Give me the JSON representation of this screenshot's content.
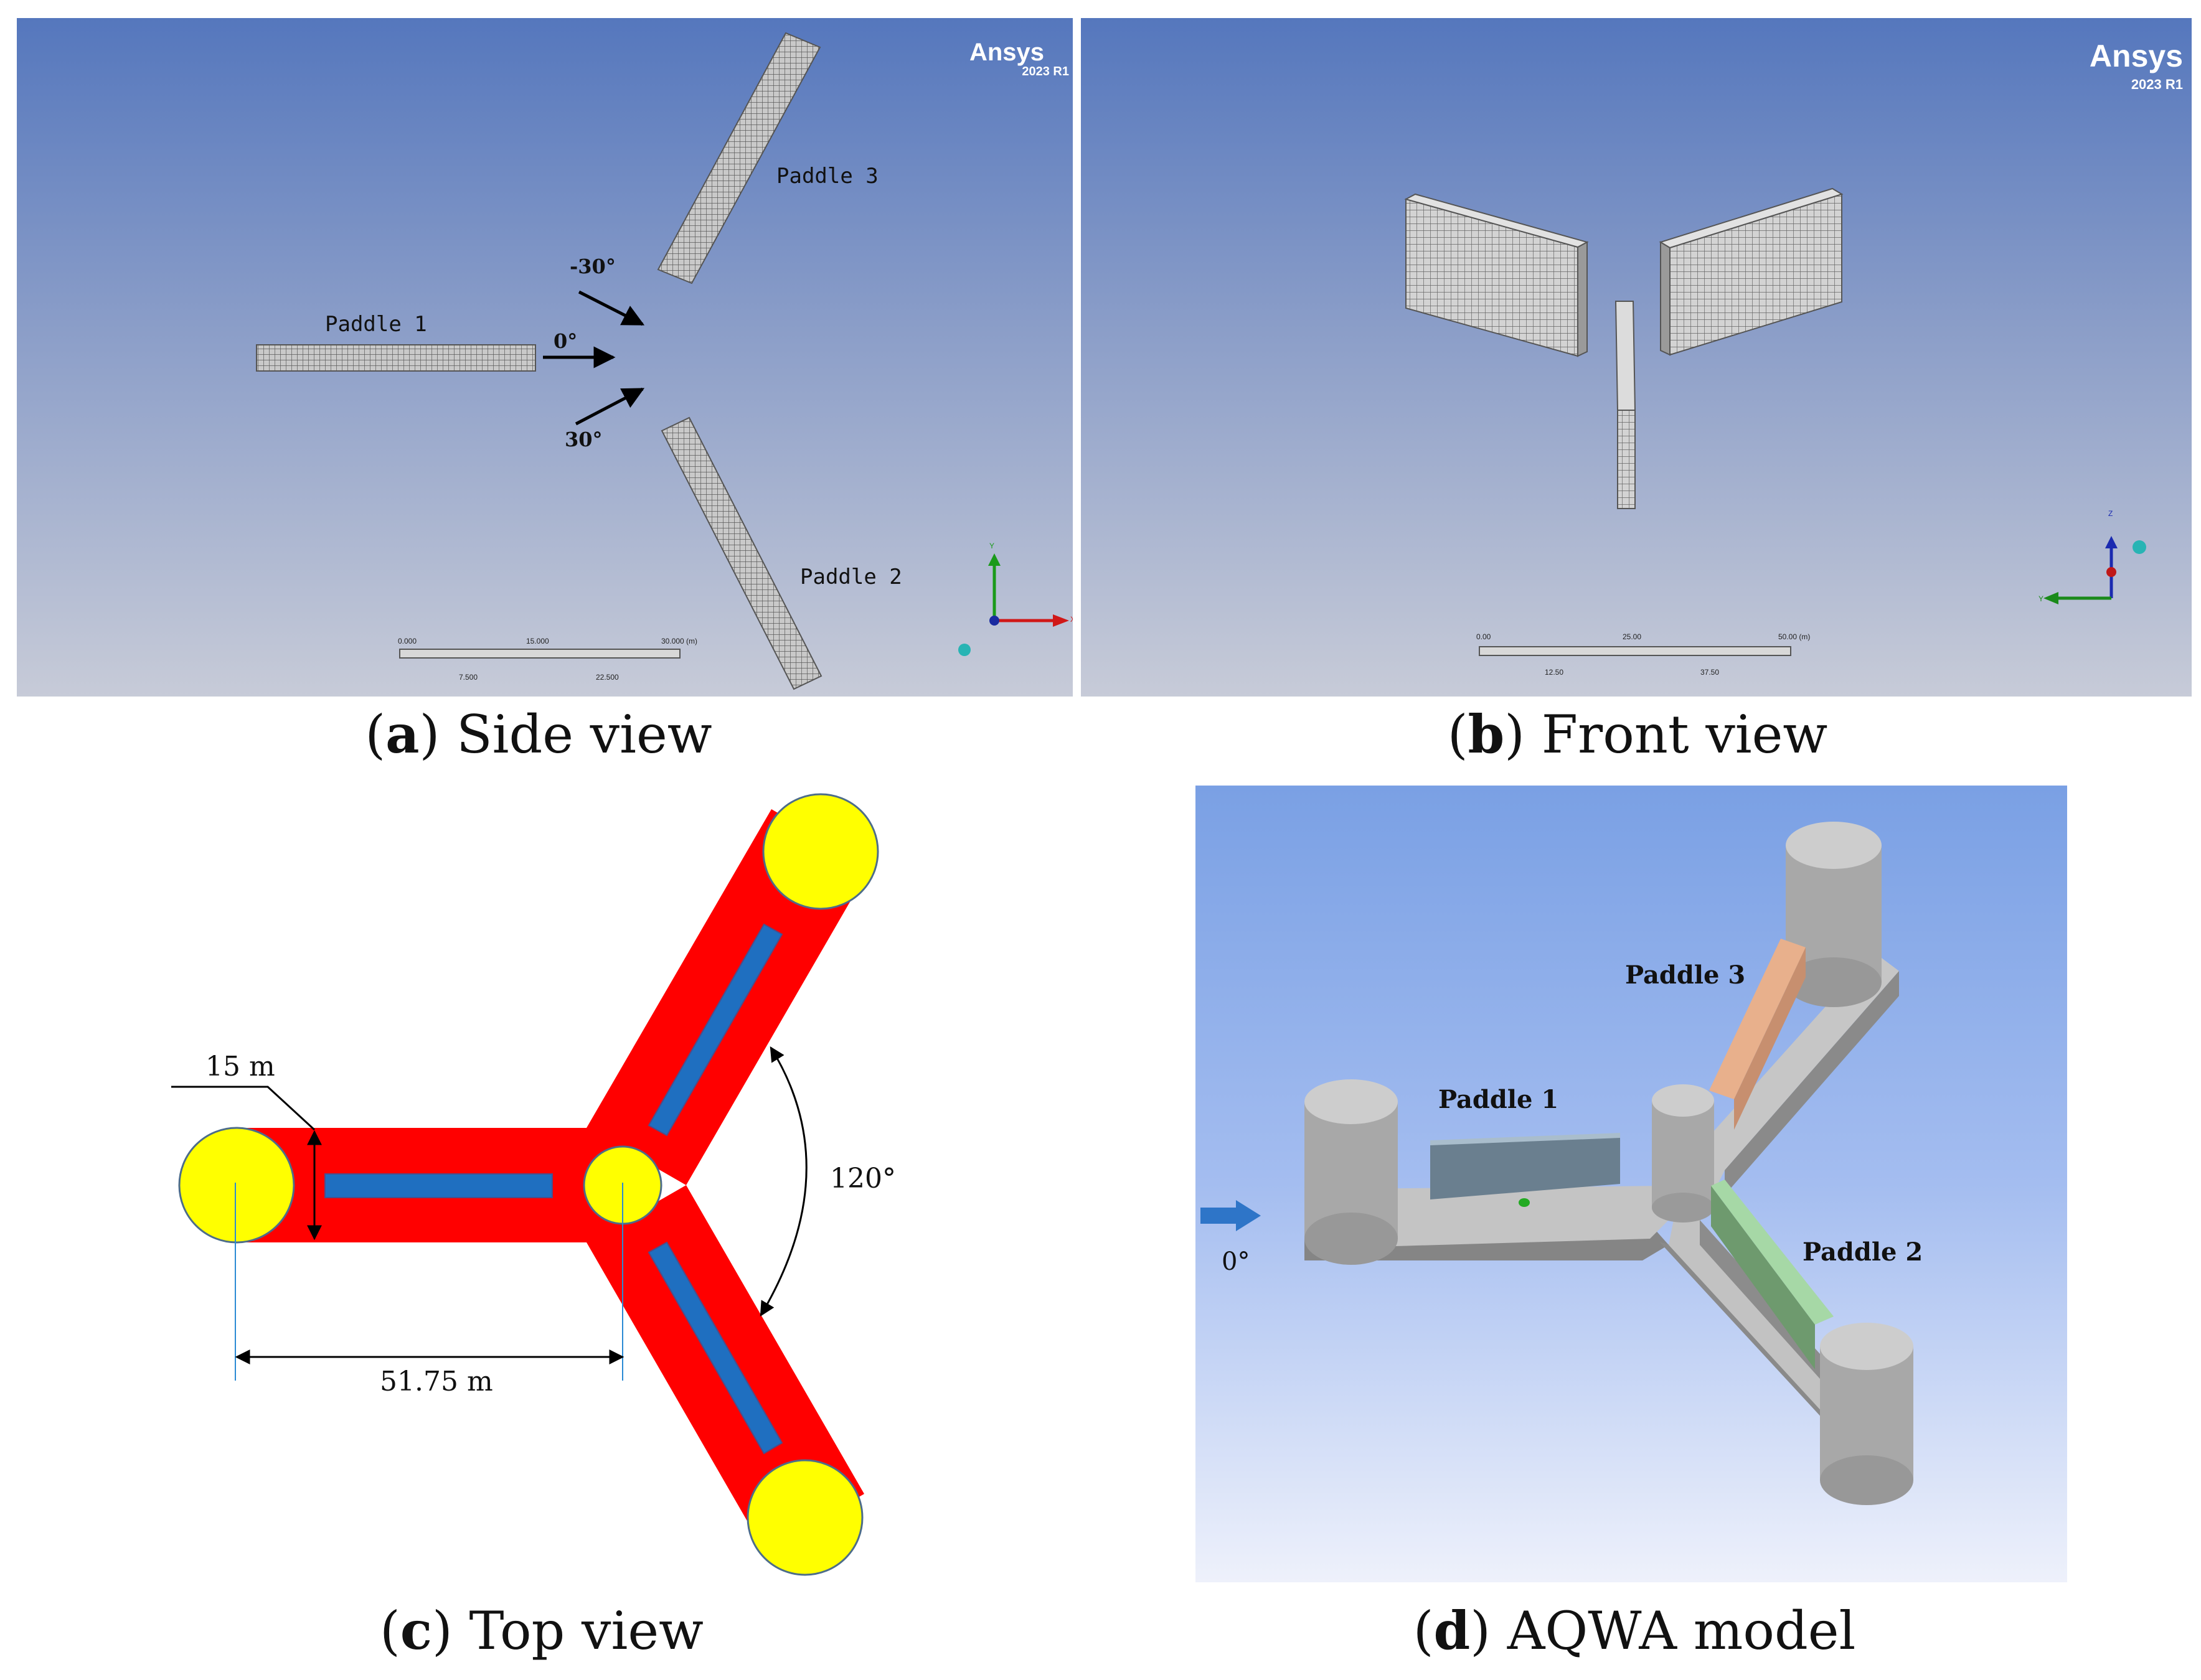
{
  "panel_a": {
    "brand": "Ansys",
    "version": "2023 R1",
    "paddle_labels": [
      "Paddle 1",
      "Paddle 2",
      "Paddle 3"
    ],
    "angles": [
      "-30°",
      "0°",
      "30°"
    ],
    "scale_top": [
      "0.000",
      "15.000",
      "30.000 (m)"
    ],
    "scale_bottom": [
      "7.500",
      "22.500"
    ],
    "axis_labels": [
      "Y",
      "X"
    ]
  },
  "panel_b": {
    "brand": "Ansys",
    "version": "2023 R1",
    "scale_top": [
      "0.00",
      "25.00",
      "50.00 (m)"
    ],
    "scale_bottom": [
      "12.50",
      "37.50"
    ],
    "axis_labels": [
      "Z",
      "Y"
    ]
  },
  "panel_c": {
    "width_label": "15 m",
    "distance_label": "51.75 m",
    "angle_label": "120°",
    "colors": {
      "hull": "#ff0000",
      "column": "#ffff00",
      "paddle": "#1f6fc0"
    }
  },
  "panel_d": {
    "paddle_labels": [
      "Paddle 1",
      "Paddle 2",
      "Paddle 3"
    ],
    "wave_angle": "0°",
    "colors": {
      "paddle1": "#6a7f8f",
      "paddle2": "#8cc08c",
      "paddle3": "#e8b08c",
      "arrow": "#2e75c8"
    }
  },
  "captions": {
    "a": {
      "letter": "a",
      "text": "Side view"
    },
    "b": {
      "letter": "b",
      "text": "Front view"
    },
    "c": {
      "letter": "c",
      "text": "Top view"
    },
    "d": {
      "letter": "d",
      "text": "AQWA model"
    }
  }
}
